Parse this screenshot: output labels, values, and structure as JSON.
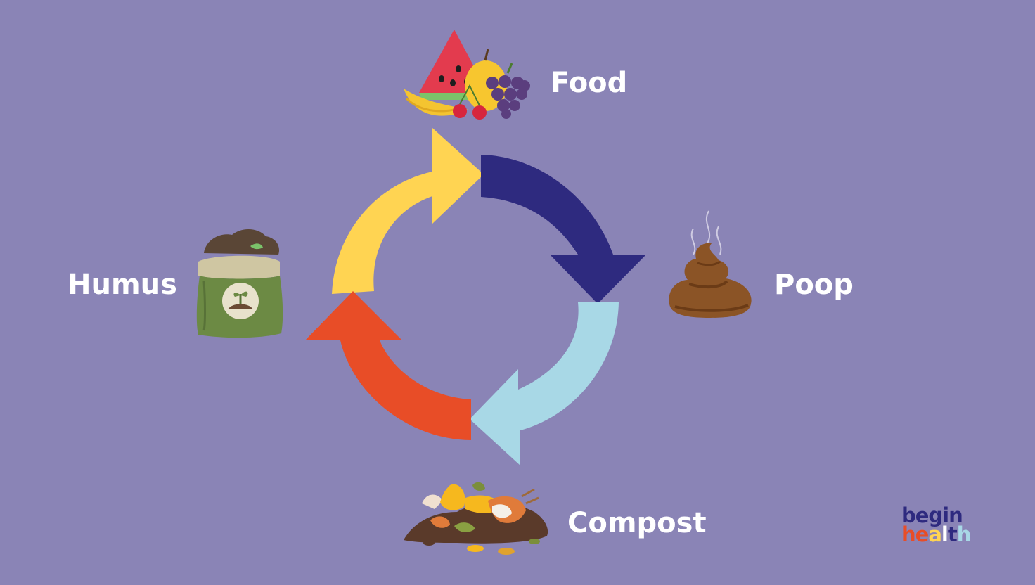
{
  "stages": {
    "food": "Food",
    "poop": "Poop",
    "compost": "Compost",
    "humus": "Humus"
  },
  "arrow_colors": {
    "food_to_poop": "#2E2A7F",
    "poop_to_compost": "#A8D8E6",
    "compost_to_humus": "#E84D27",
    "humus_to_food": "#FFD452"
  },
  "logo": {
    "line1": "begin",
    "line2_letters": [
      "h",
      "e",
      "a",
      "l",
      "t",
      "h"
    ],
    "line2_colors": [
      "#E84D27",
      "#E84D27",
      "#FFD452",
      "#FFFFFF",
      "#2E2A7F",
      "#A8D8E6"
    ]
  },
  "icons": [
    "fruit-icon",
    "poop-icon",
    "compost-pile-icon",
    "humus-bag-icon"
  ]
}
